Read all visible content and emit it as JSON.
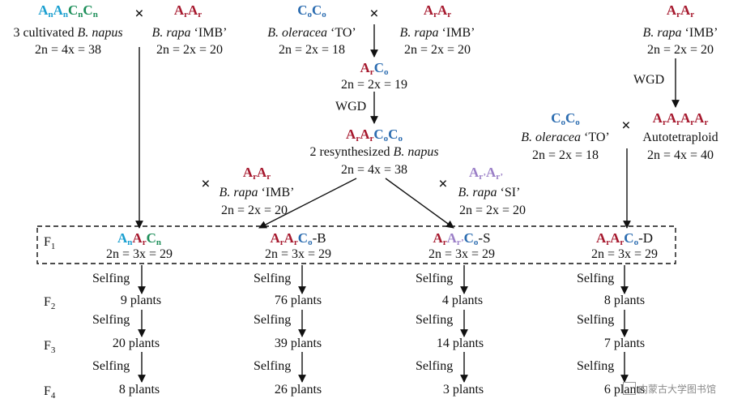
{
  "colors": {
    "dark_red": "#a6192e",
    "blue": "#2b6cb0",
    "cyan": "#1a9fd0",
    "green": "#1e8f5a",
    "purple": "#9b7fc7",
    "red": "#c0392b"
  },
  "cross_symbol": "×",
  "wgd_label": "WGD",
  "selfing_label": "Selfing",
  "parents": {
    "napus_cultivated": {
      "desc_pre": "3 cultivated ",
      "desc_species": "B. napus",
      "ploidy": "2n = 4x = 38"
    },
    "rapa_imb_1": {
      "species": "B. rapa",
      "cultivar": " ‘IMB’",
      "ploidy": "2n = 2x = 20"
    },
    "oleracea_to_1": {
      "species": "B. oleracea",
      "cultivar": " ‘TO’",
      "ploidy": "2n = 2x = 18"
    },
    "rapa_imb_2": {
      "species": "B. rapa",
      "cultivar": " ‘IMB’",
      "ploidy": "2n = 2x = 20"
    },
    "rapa_imb_3": {
      "species": "B. rapa",
      "cultivar": " ‘IMB’",
      "ploidy": "2n = 2x = 20"
    },
    "haploid_hybrid": {
      "ploidy": "2n = 2x = 19"
    },
    "resynth": {
      "desc_pre": "2 resynthesized ",
      "desc_species": "B. napus",
      "ploidy": "2n = 4x = 38"
    },
    "oleracea_to_2": {
      "species": "B. oleracea",
      "cultivar": " ‘TO’",
      "ploidy": "2n = 2x = 18"
    },
    "autotetraploid": {
      "desc": "Autotetraploid",
      "ploidy": "2n = 4x = 40"
    },
    "rapa_imb_4": {
      "species": "B. rapa",
      "cultivar": " ‘IMB’",
      "ploidy": "2n = 2x = 20"
    },
    "rapa_si": {
      "species": "B. rapa",
      "cultivar": " ‘SI’",
      "ploidy": "2n = 2x = 20"
    }
  },
  "f1": {
    "label": "F",
    "label_sub": "1",
    "suffix_b": "-B",
    "suffix_s": "-S",
    "suffix_d": "-D",
    "ploidy": "2n = 3x = 29"
  },
  "generations": [
    {
      "label": "F",
      "sub": "2",
      "counts": [
        "9 plants",
        "76 plants",
        "4 plants",
        "8 plants"
      ]
    },
    {
      "label": "F",
      "sub": "3",
      "counts": [
        "20 plants",
        "39 plants",
        "14 plants",
        "7 plants"
      ]
    },
    {
      "label": "F",
      "sub": "4",
      "counts": [
        "8 plants",
        "26 plants",
        "3 plants",
        "6 plants"
      ]
    }
  ],
  "genome": {
    "A": "A",
    "C": "C",
    "n": "n",
    "r": "r",
    "o": "o",
    "rp": "r’"
  },
  "watermark": "内蒙古大学图书馆"
}
